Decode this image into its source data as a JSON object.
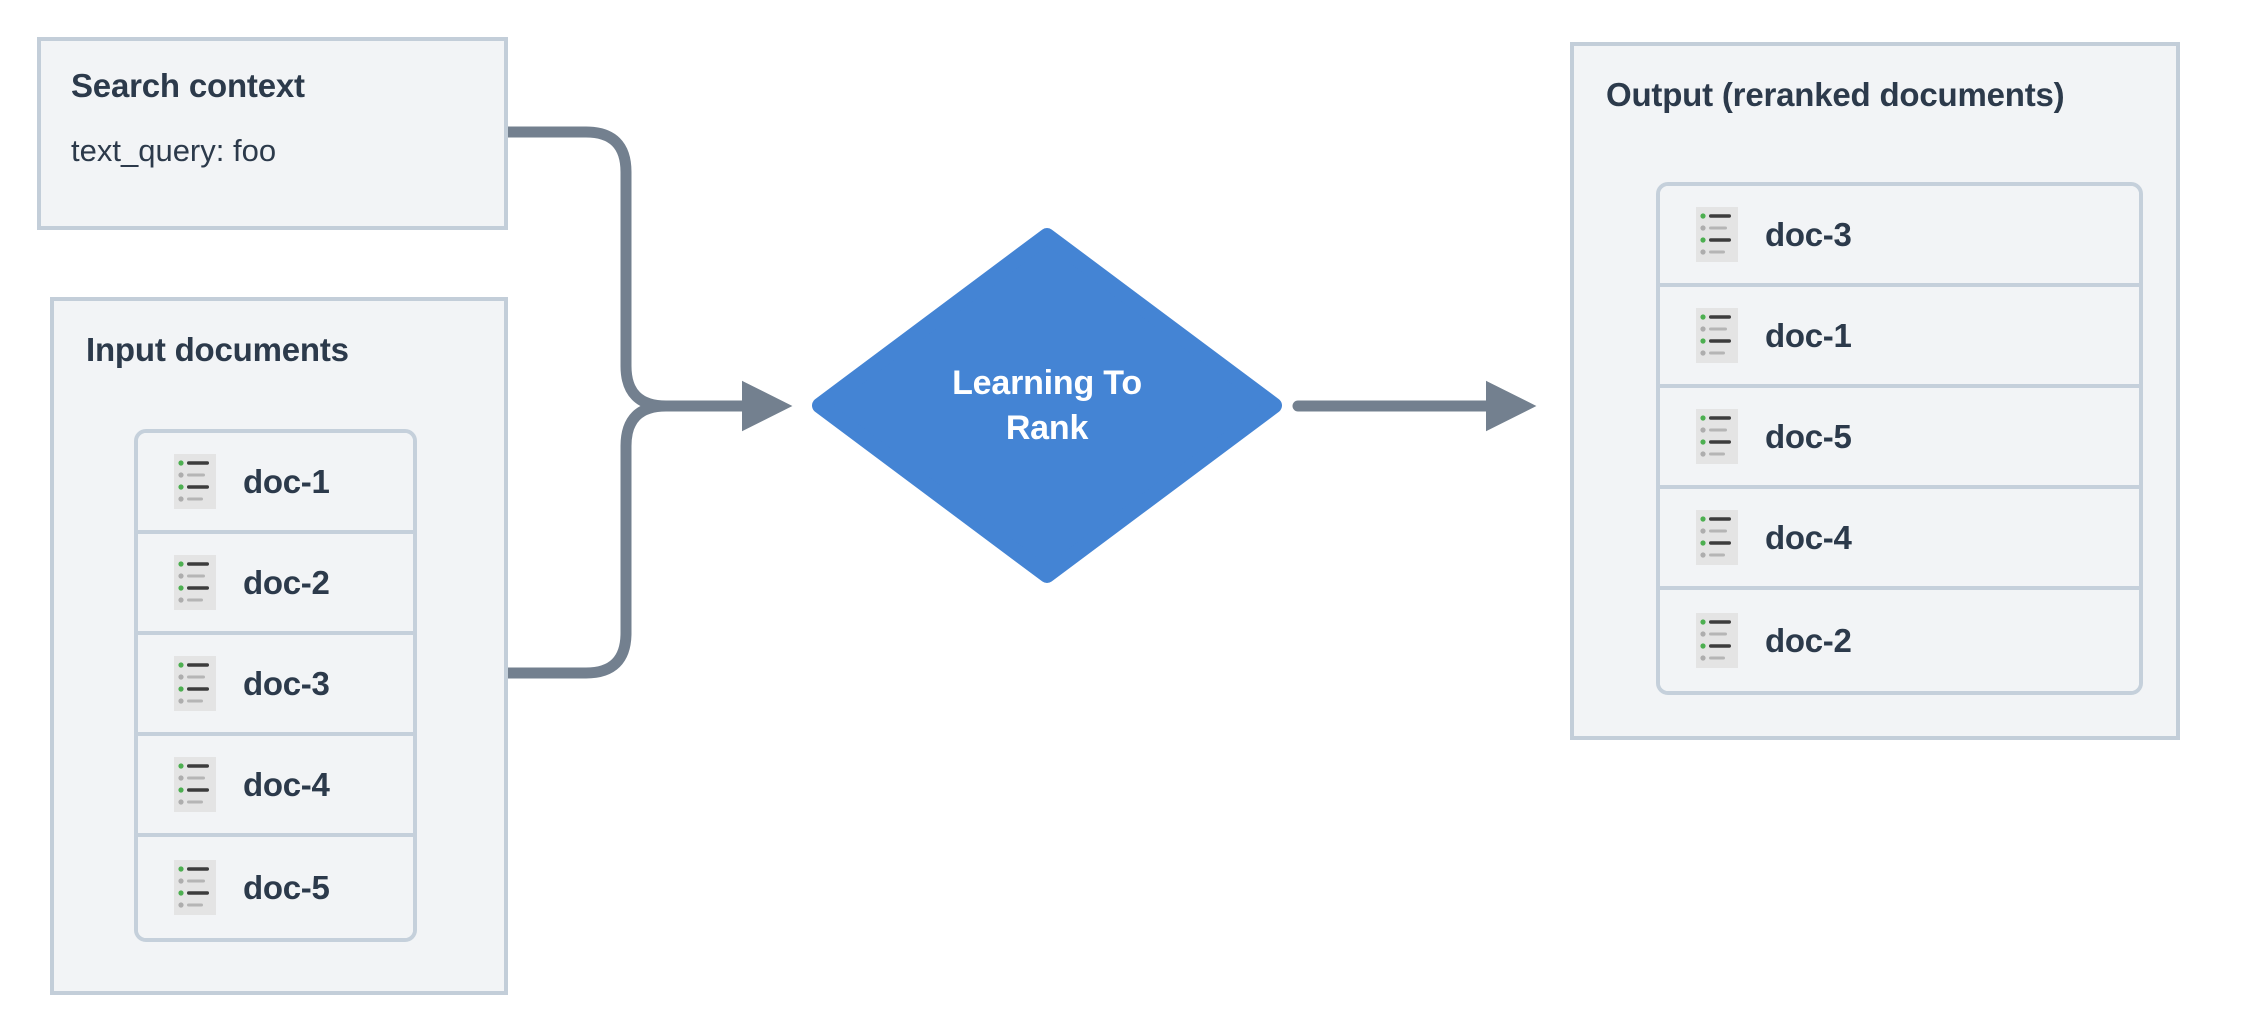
{
  "diagram": {
    "title": "Learning To Rank reranking flow",
    "background": "#ffffff",
    "colors": {
      "panel_fill": "#f2f4f6",
      "panel_border": "#c3ced9",
      "row_border": "#c5d0db",
      "text": "#2c3a4b",
      "node_fill": "#4484d4",
      "node_text": "#ffffff",
      "connector": "#73808f",
      "icon_bg": "#e4e4e4",
      "icon_bullet_active": "#4caf50",
      "icon_bullet_muted": "#adadad",
      "icon_line_dark": "#3c3c3c",
      "icon_line_muted": "#b5b5b5"
    }
  },
  "search_context": {
    "title": "Search context",
    "query_label": "text_query: foo"
  },
  "input_documents": {
    "title": "Input documents",
    "items": [
      {
        "label": "doc-1",
        "icon": "document-list-icon"
      },
      {
        "label": "doc-2",
        "icon": "document-list-icon"
      },
      {
        "label": "doc-3",
        "icon": "document-list-icon"
      },
      {
        "label": "doc-4",
        "icon": "document-list-icon"
      },
      {
        "label": "doc-5",
        "icon": "document-list-icon"
      }
    ]
  },
  "process_node": {
    "label": "Learning To\nRank",
    "shape": "diamond"
  },
  "output_documents": {
    "title": "Output (reranked documents)",
    "items": [
      {
        "label": "doc-3",
        "icon": "document-list-icon"
      },
      {
        "label": "doc-1",
        "icon": "document-list-icon"
      },
      {
        "label": "doc-5",
        "icon": "document-list-icon"
      },
      {
        "label": "doc-4",
        "icon": "document-list-icon"
      },
      {
        "label": "doc-2",
        "icon": "document-list-icon"
      }
    ]
  },
  "connectors": [
    {
      "name": "search-context-to-ltr",
      "from": "search_context",
      "to": "process_node"
    },
    {
      "name": "input-documents-to-ltr",
      "from": "input_documents",
      "to": "process_node"
    },
    {
      "name": "ltr-to-output",
      "from": "process_node",
      "to": "output_documents"
    }
  ]
}
